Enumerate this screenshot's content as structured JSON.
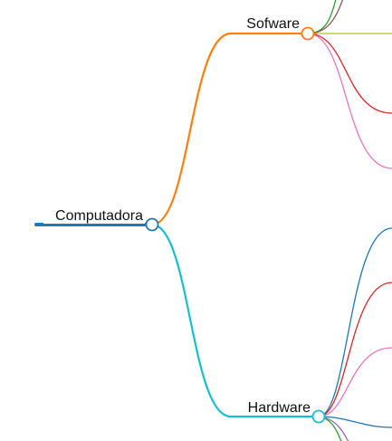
{
  "diagram": {
    "type": "mindmap",
    "root": {
      "label": "Computadora",
      "color": "#1f77b4"
    },
    "branches": [
      {
        "id": "sofware",
        "label": "Sofware",
        "color": "#ff7f0e",
        "children_colors": [
          "#2ca02c",
          "#8c564b",
          "#bcbd22",
          "#d62728",
          "#e377c2"
        ]
      },
      {
        "id": "hardware",
        "label": "Hardware",
        "color": "#17becf",
        "children_colors": [
          "#1f77b4",
          "#d62728",
          "#e377c2",
          "#1f77b4",
          "#9467bd",
          "#2ca02c"
        ]
      }
    ]
  }
}
